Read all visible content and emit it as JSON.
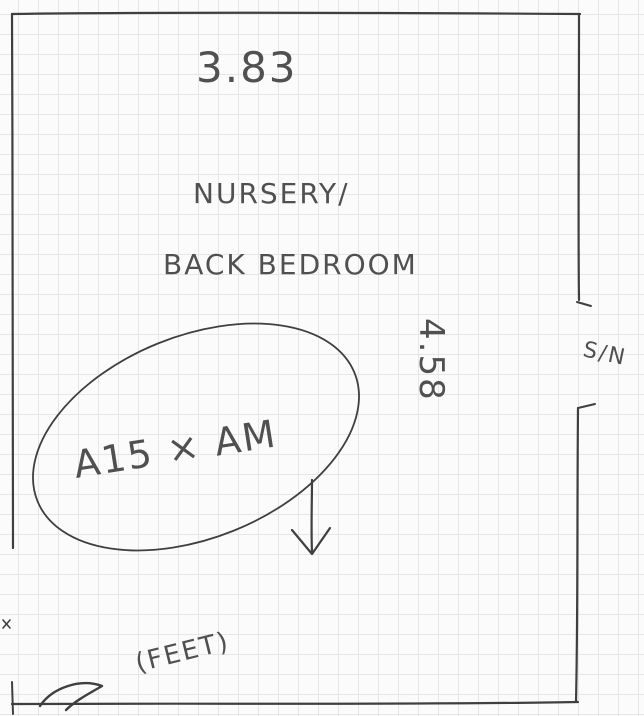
{
  "plan": {
    "width_dimension": "3.83",
    "room_name_line1": "NURSERY/",
    "room_name_line2": "BACK BEDROOM",
    "length_dimension": "4.58",
    "side_note": "S/N",
    "bubble_note": "A15 × AM",
    "bottom_note": "(FEET)"
  }
}
